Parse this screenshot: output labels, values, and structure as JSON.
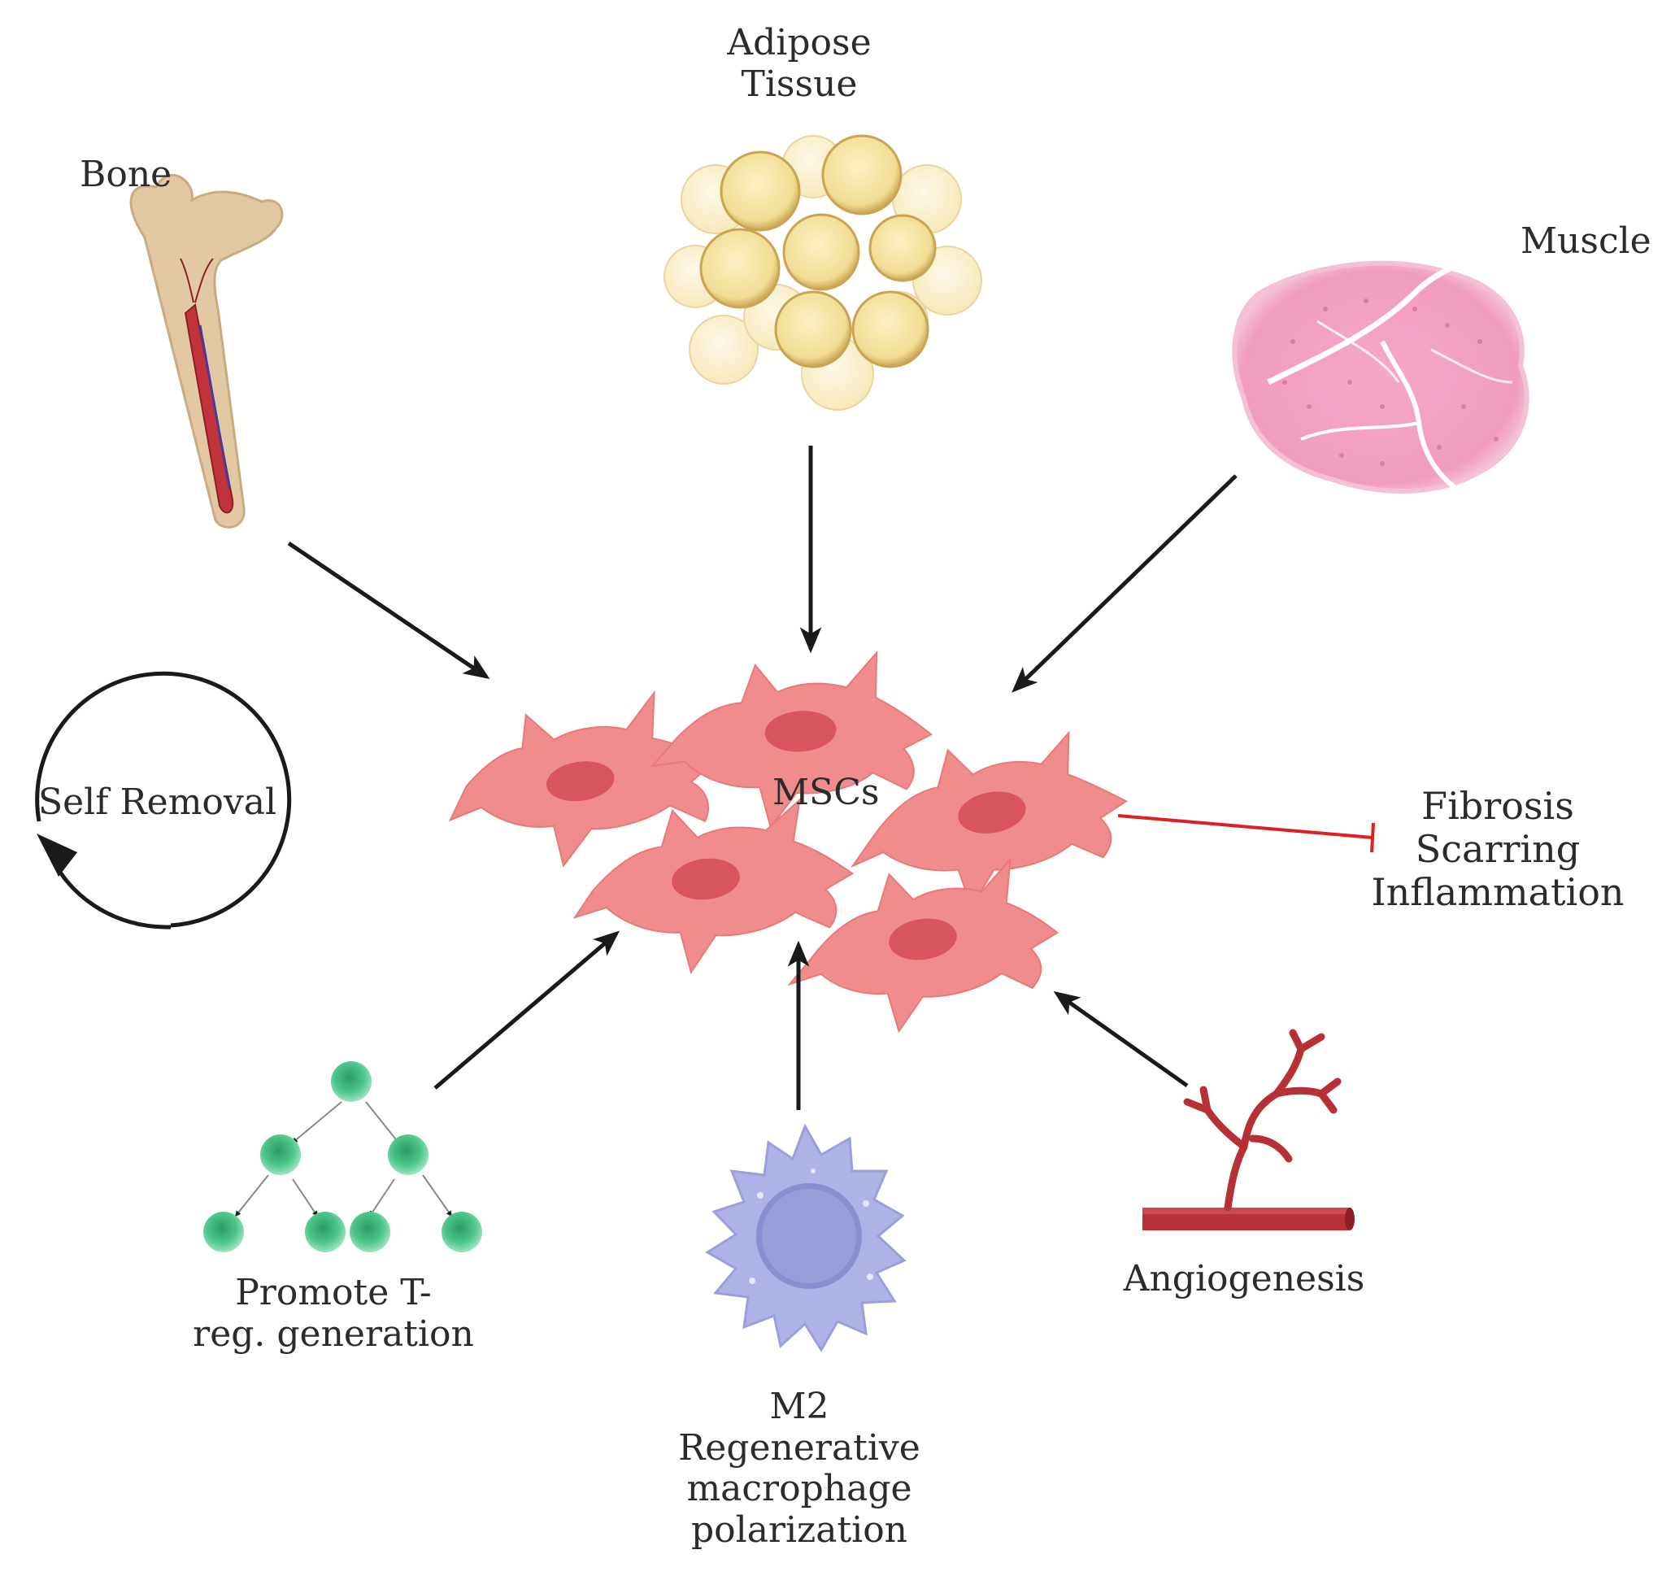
{
  "labels": {
    "adipose": [
      "Adipose",
      "Tissue"
    ],
    "bone": "Bone",
    "muscle": "Muscle",
    "mscs": "MSCs",
    "self_removal": "Self Removal",
    "effects": [
      "Fibrosis",
      "Scarring",
      "Inflammation"
    ],
    "treg": [
      "Promote T-",
      "reg. generation"
    ],
    "macrophage": [
      "M2",
      "Regenerative",
      "macrophage",
      "polarization"
    ],
    "angiogenesis": "Angiogenesis"
  },
  "colors": {
    "msc_body": "#f08c8c",
    "msc_nucleus": "#d9555d",
    "inhibit_line": "#e02020",
    "arrow": "#1a1a1a",
    "fat_cell": "#f5e1a0",
    "muscle": "#f2a6c6",
    "bone": "#e2c9a3",
    "marrow": "#c0333a",
    "treg_cell": "#3dbb7e",
    "macrophage": "#aeb2e6",
    "vessel": "#b73035"
  },
  "icons": [
    "bone-icon",
    "adipose-tissue-icon",
    "muscle-icon",
    "msc-cluster-icon",
    "treg-tree-icon",
    "macrophage-icon",
    "blood-vessel-icon",
    "cycle-arrow-icon",
    "inhibition-line"
  ]
}
